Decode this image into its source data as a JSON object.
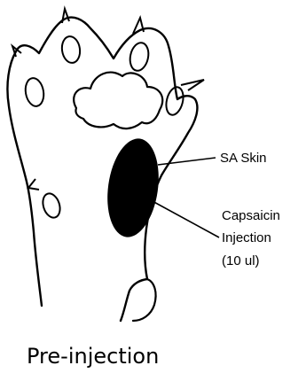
{
  "diagram": {
    "labels": {
      "sa_skin": "SA Skin",
      "injection_line1": "Capsaicin",
      "injection_line2": "Injection",
      "injection_line3": "(10 ul)"
    },
    "caption": "Pre-injection",
    "colors": {
      "ink": "#000000",
      "background": "#ffffff",
      "injection_area": "#000000"
    }
  }
}
